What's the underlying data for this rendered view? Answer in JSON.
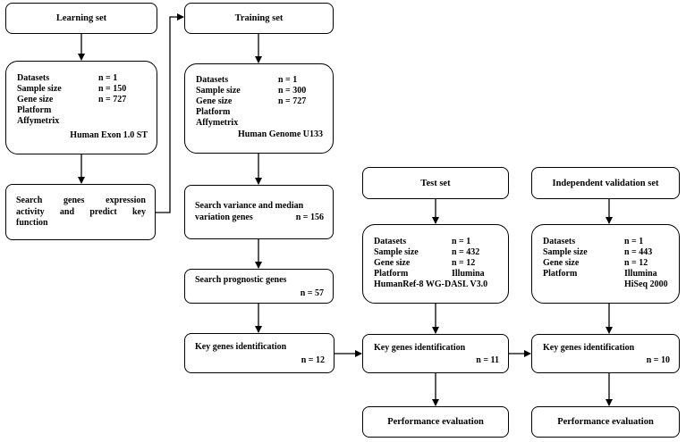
{
  "learning": {
    "title": "Learning set",
    "datasets_label": "Datasets",
    "datasets_value": "n = 1",
    "sample_label": "Sample size",
    "sample_value": "n = 150",
    "gene_label": "Gene size",
    "gene_value": "n = 727",
    "platform_label": "Platform",
    "platform_vendor": "Affymetrix",
    "platform_name": "Human Exon 1.0 ST",
    "search_line1": "Search genes expression",
    "search_line2": "activity and predict key",
    "search_line3": "function"
  },
  "training": {
    "title": "Training set",
    "datasets_label": "Datasets",
    "datasets_value": "n = 1",
    "sample_label": "Sample size",
    "sample_value": "n = 300",
    "gene_label": "Gene size",
    "gene_value": "n = 727",
    "platform_label": "Platform",
    "platform_vendor": "Affymetrix",
    "platform_name": "Human Genome U133",
    "variance_line1": "Search variance and median",
    "variance_line2": "variation genes",
    "variance_value": "n = 156",
    "prognostic_label": "Search prognostic genes",
    "prognostic_value": "n = 57",
    "key_label": "Key genes identification",
    "key_value": "n = 12"
  },
  "test": {
    "title": "Test set",
    "datasets_label": "Datasets",
    "datasets_value": "n = 1",
    "sample_label": "Sample size",
    "sample_value": "n = 432",
    "gene_label": "Gene size",
    "gene_value": "n = 12",
    "platform_label": "Platform",
    "platform_value": "Illumina",
    "platform_name": "HumanRef-8 WG-DASL V3.0",
    "key_label": "Key genes identification",
    "key_value": "n = 11",
    "performance": "Performance evaluation"
  },
  "validation": {
    "title": "Independent validation set",
    "datasets_label": "Datasets",
    "datasets_value": "n = 1",
    "sample_label": "Sample size",
    "sample_value": "n = 443",
    "gene_label": "Gene size",
    "gene_value": "n = 12",
    "platform_label": "Platform",
    "platform_value": "Illumina",
    "platform_name": "HiSeq 2000",
    "key_label": "Key genes identification",
    "key_value": "n = 10",
    "performance": "Performance evaluation"
  }
}
